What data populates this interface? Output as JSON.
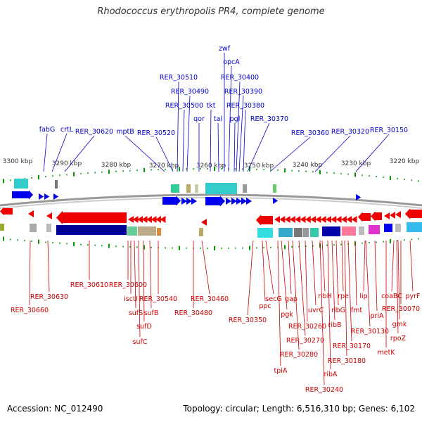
{
  "title": "Rhodococcus erythropolis PR4, complete genome",
  "accession": "Accession: NC_012490",
  "topology": "Topology: circular; Length: 6,516,310 bp; Genes: 6,102",
  "colors": {
    "top_label": "#0000cc",
    "bottom_label": "#cc0000",
    "forward_arrow": "#0000ee",
    "reverse_arrow": "#ee0000",
    "tick": "#009900",
    "backbone": "#888888"
  },
  "scale": [
    {
      "label": "3300 kbp"
    },
    {
      "label": "3290 kbp"
    },
    {
      "label": "3280 kbp"
    },
    {
      "label": "3270 kbp"
    },
    {
      "label": "3260 kbp"
    },
    {
      "label": "3250 kbp"
    },
    {
      "label": "3240 kbp"
    },
    {
      "label": "3230 kbp"
    },
    {
      "label": "3220 kbp"
    }
  ],
  "top_genes": [
    "zwf",
    "opcA",
    "RER_30510",
    "RER_30400",
    "RER_30490",
    "RER_30390",
    "RER_30500",
    "tkt",
    "RER_30380",
    "qor",
    "tal",
    "pgl",
    "RER_30370",
    "fabG",
    "crtL",
    "RER_30620",
    "mptB",
    "RER_30520",
    "RER_30360",
    "RER_30320",
    "RER_30150"
  ],
  "bottom_genes": [
    "RER_30610",
    "RER_30600",
    "RER_30630",
    "iscU",
    "RER_30540",
    "RER_30460",
    "RER_30660",
    "sufS",
    "sufB",
    "RER_30480",
    "sufD",
    "sufC",
    "RER_30350",
    "secG",
    "gap",
    "ppc",
    "pgk",
    "ribH",
    "rpe",
    "lip",
    "coaBC",
    "pyrF",
    "uvrC",
    "ribG",
    "fmt",
    "priA",
    "RER_30070",
    "RER_30260",
    "ribB",
    "gmk",
    "RER_30270",
    "RER_30130",
    "rpoZ",
    "RER_30170",
    "metK",
    "RER_30280",
    "RER_30180",
    "tpiA",
    "ribA",
    "RER_30240"
  ]
}
